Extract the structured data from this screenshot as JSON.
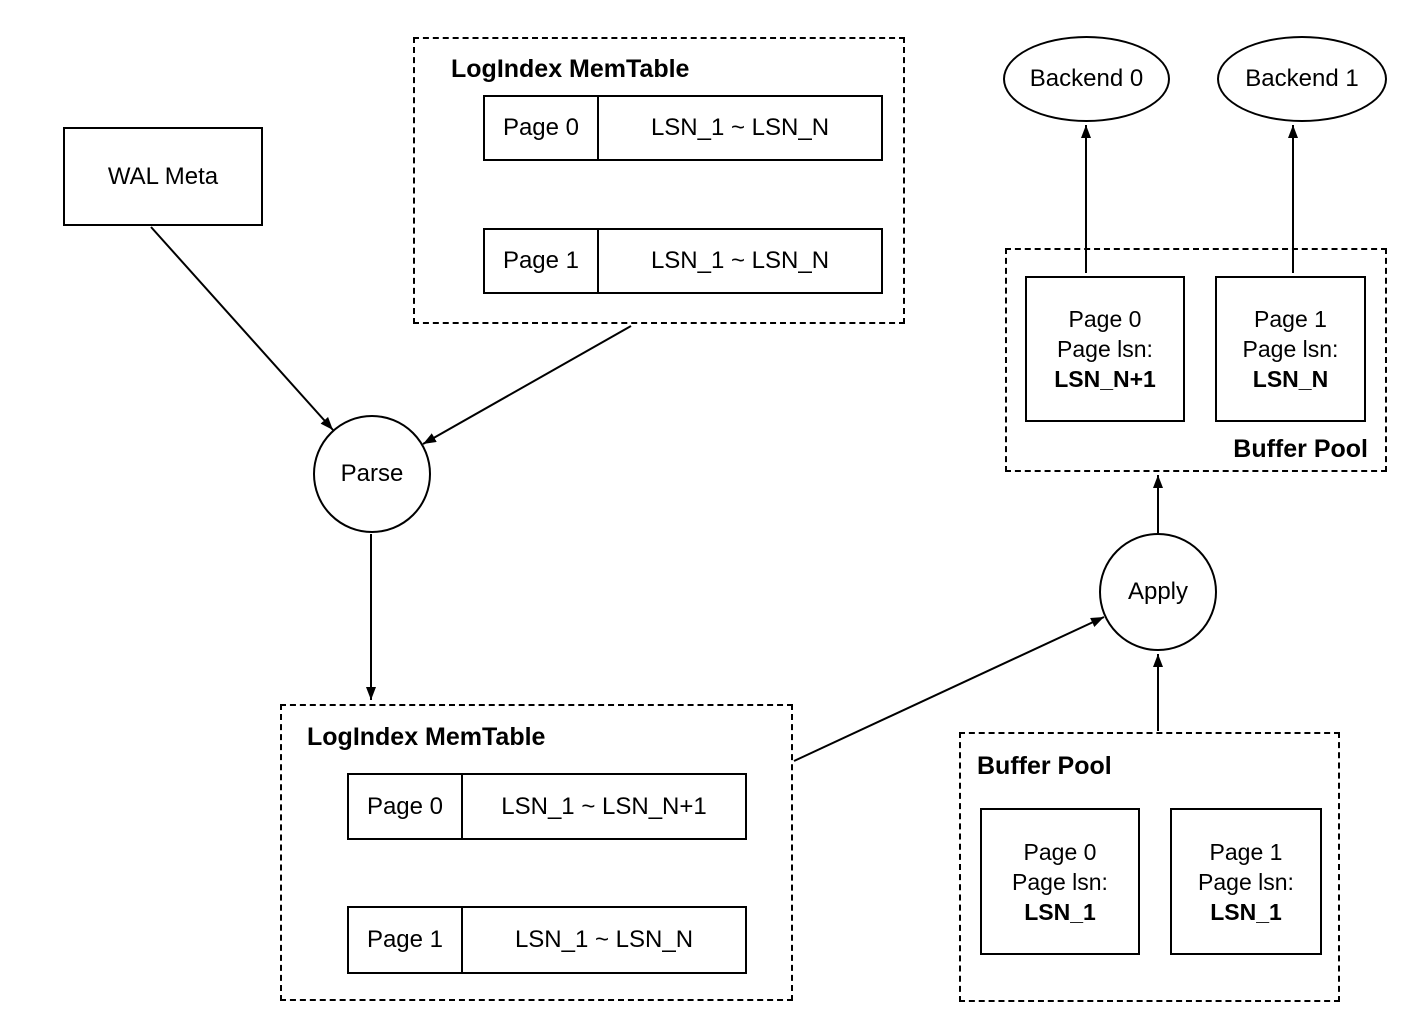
{
  "diagram": {
    "colors": {
      "stroke": "#000000",
      "background": "#ffffff"
    },
    "wal_meta": {
      "label": "WAL Meta"
    },
    "parse": {
      "label": "Parse"
    },
    "apply": {
      "label": "Apply"
    },
    "backends": [
      {
        "label": "Backend 0"
      },
      {
        "label": "Backend 1"
      }
    ],
    "memtable_top": {
      "title": "LogIndex MemTable",
      "rows": [
        {
          "page": "Page 0",
          "range": "LSN_1 ~ LSN_N"
        },
        {
          "page": "Page 1",
          "range": "LSN_1 ~ LSN_N"
        }
      ]
    },
    "memtable_bottom": {
      "title": "LogIndex MemTable",
      "rows": [
        {
          "page": "Page 0",
          "range": "LSN_1 ~ LSN_N+1"
        },
        {
          "page": "Page 1",
          "range": "LSN_1 ~ LSN_N"
        }
      ]
    },
    "buffer_pool_top": {
      "title": "Buffer Pool",
      "pages": [
        {
          "name": "Page 0",
          "lsn_label": "Page lsn:",
          "lsn": "LSN_N+1"
        },
        {
          "name": "Page 1",
          "lsn_label": "Page lsn:",
          "lsn": "LSN_N"
        }
      ]
    },
    "buffer_pool_bottom": {
      "title": "Buffer Pool",
      "pages": [
        {
          "name": "Page 0",
          "lsn_label": "Page lsn:",
          "lsn": "LSN_1"
        },
        {
          "name": "Page 1",
          "lsn_label": "Page lsn:",
          "lsn": "LSN_1"
        }
      ]
    },
    "edges": [
      {
        "from": "wal-meta",
        "to": "parse"
      },
      {
        "from": "logindex-memtable-top",
        "to": "parse"
      },
      {
        "from": "parse",
        "to": "logindex-memtable-bottom"
      },
      {
        "from": "logindex-memtable-bottom",
        "to": "apply"
      },
      {
        "from": "buffer-pool-bottom",
        "to": "apply"
      },
      {
        "from": "apply",
        "to": "buffer-pool-top"
      },
      {
        "from": "buffer-pool-top-page-0",
        "to": "backend-0"
      },
      {
        "from": "buffer-pool-top-page-1",
        "to": "backend-1"
      }
    ]
  }
}
